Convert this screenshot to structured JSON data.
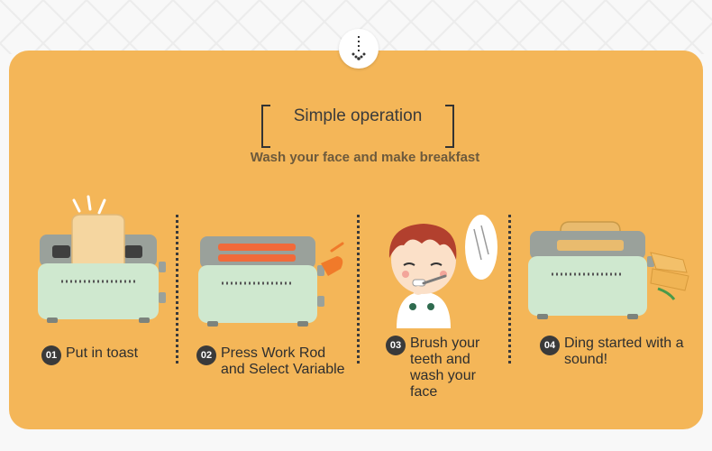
{
  "header": {
    "title": "Simple operation",
    "subtitle": "Wash your face and make breakfast"
  },
  "steps": [
    {
      "number": "01",
      "text": "Put in toast"
    },
    {
      "number": "02",
      "text": "Press Work Rod and Select Variable"
    },
    {
      "number": "03",
      "text": "Brush your teeth and wash your face"
    },
    {
      "number": "04",
      "text": "Ding started with a sound!"
    }
  ],
  "colors": {
    "card": "#f4b658",
    "toaster_body": "#cfe8cf",
    "toaster_top": "#9aa19b",
    "toast": "#f5d6a0",
    "heat": "#f16a3a",
    "dark": "#3a3a3a"
  },
  "icons": {
    "badge": "down-arrow-dots-icon",
    "step1": "toaster-with-toast-icon",
    "step2": "toaster-heating-icon",
    "step3": "boy-brushing-teeth-icon",
    "step4": "toaster-toast-ready-icon"
  }
}
